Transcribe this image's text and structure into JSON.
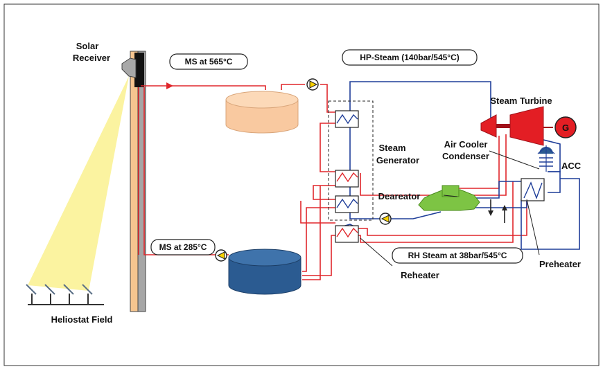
{
  "labels": {
    "solar_receiver_line1": "Solar",
    "solar_receiver_line2": "Receiver",
    "ms_hot": "MS at 565°C",
    "hp_steam": "HP-Steam (140bar/545°C)",
    "steam_turbine": "Steam Turbine",
    "generator": "G",
    "steam_generator_line1": "Steam",
    "steam_generator_line2": "Generator",
    "air_cooler_line1": "Air Cooler",
    "air_cooler_line2": "Condenser",
    "acc": "ACC",
    "deareator": "Deareator",
    "ms_cold": "MS at 285°C",
    "rh_steam": "RH Steam at 38bar/545°C",
    "reheater": "Reheater",
    "preheater": "Preheater",
    "heliostat_field": "Heliostat Field"
  },
  "colors": {
    "molten_salt_line": "#e0262b",
    "steam_line": "#1f3e99",
    "hot_tank": "#f9c9a0",
    "cold_tank": "#2b5b91",
    "turbine": "#e31e24",
    "deareator": "#7dc444",
    "light_beam": "#fbf3a0",
    "tower": "#f5c58f",
    "pump": "#f7d000"
  }
}
